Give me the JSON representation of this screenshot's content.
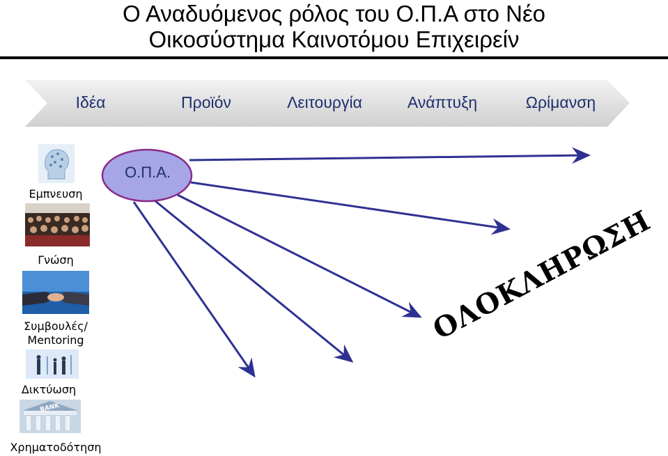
{
  "title": {
    "line1": "Ο Αναδυόμενος ρόλος του Ο.Π.Α στο Νέο",
    "line2": "Οικοσύστημα Καινοτόμου Επιχειρείν"
  },
  "stages": [
    {
      "label": "Ιδέα"
    },
    {
      "label": "Προϊόν"
    },
    {
      "label": "Λειτουργία"
    },
    {
      "label": "Ανάπτυξη"
    },
    {
      "label": "Ωρίμανση"
    }
  ],
  "hub": {
    "label": "Ο.Π.Α."
  },
  "services": [
    {
      "label": "Εμπνευση",
      "icon": "head-silhouette-icon"
    },
    {
      "label": "Γνώση",
      "icon": "audience-photo-icon"
    },
    {
      "label": "Συμβουλές/\nMentoring",
      "icon": "handshake-photo-icon"
    },
    {
      "label": "Δικτύωση",
      "icon": "business-people-photo-icon"
    },
    {
      "label": "Χρηματοδότηση",
      "icon": "bank-building-photo-icon"
    }
  ],
  "completion_text": "ΟΛΟΚΛΗΡΩΣΗ",
  "colors": {
    "arrow": "#2e3192",
    "hub_fill": "#a6a6e6",
    "hub_stroke": "#8b2a8b",
    "chevron": "#dcdcdc",
    "stage_text": "#1f2f6f"
  }
}
